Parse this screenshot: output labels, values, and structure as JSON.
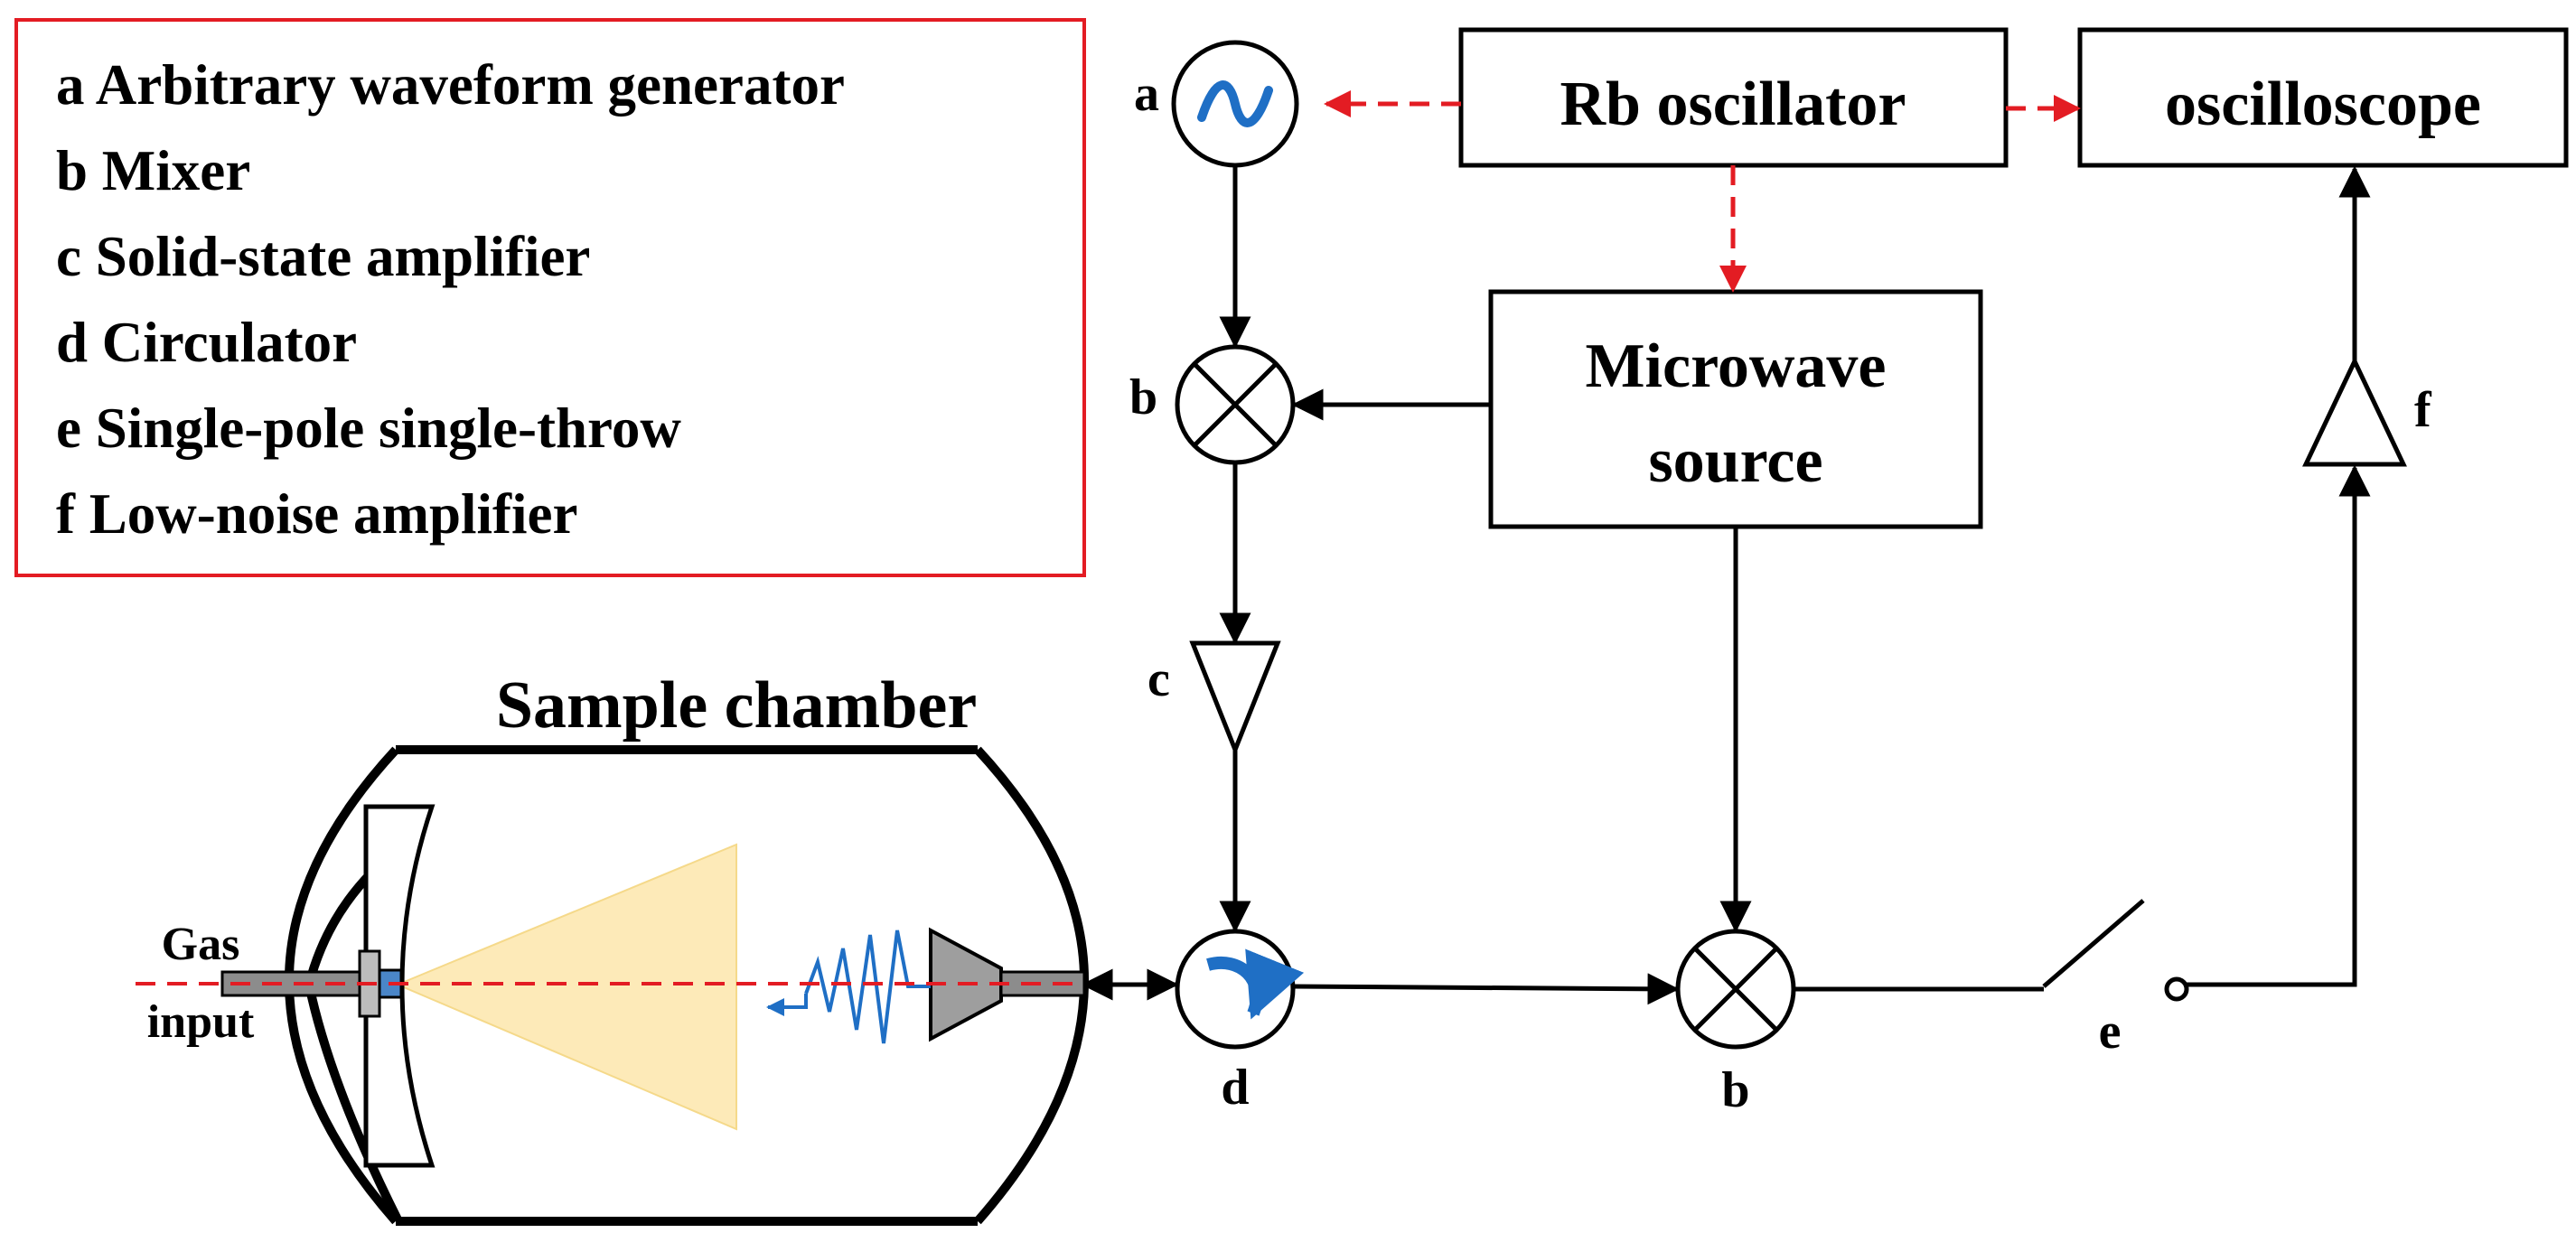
{
  "legend": {
    "items": [
      "a Arbitrary waveform generator",
      "b Mixer",
      "c Solid-state amplifier",
      "d Circulator",
      "e Single-pole single-throw",
      "f Low-noise amplifier"
    ],
    "border_color": "#e31c23"
  },
  "blocks": {
    "rb_oscillator": "Rb oscillator",
    "oscilloscope": "oscilloscope",
    "microwave_source": [
      "Microwave",
      "source"
    ]
  },
  "labels": {
    "a": "a",
    "b_top": "b",
    "c": "c",
    "d": "d",
    "b_bottom": "b",
    "e": "e",
    "f": "f",
    "sample_chamber": "Sample chamber",
    "gas_input": [
      "Gas",
      "input"
    ]
  },
  "colors": {
    "line": "#000000",
    "reference_link": "#e31c23",
    "waveform": "#1f6fc5",
    "beam_cone": "#fdeab8",
    "horn": "#9e9e9e",
    "port": "#8c8c8c",
    "nozzle": "#4a86c8"
  }
}
